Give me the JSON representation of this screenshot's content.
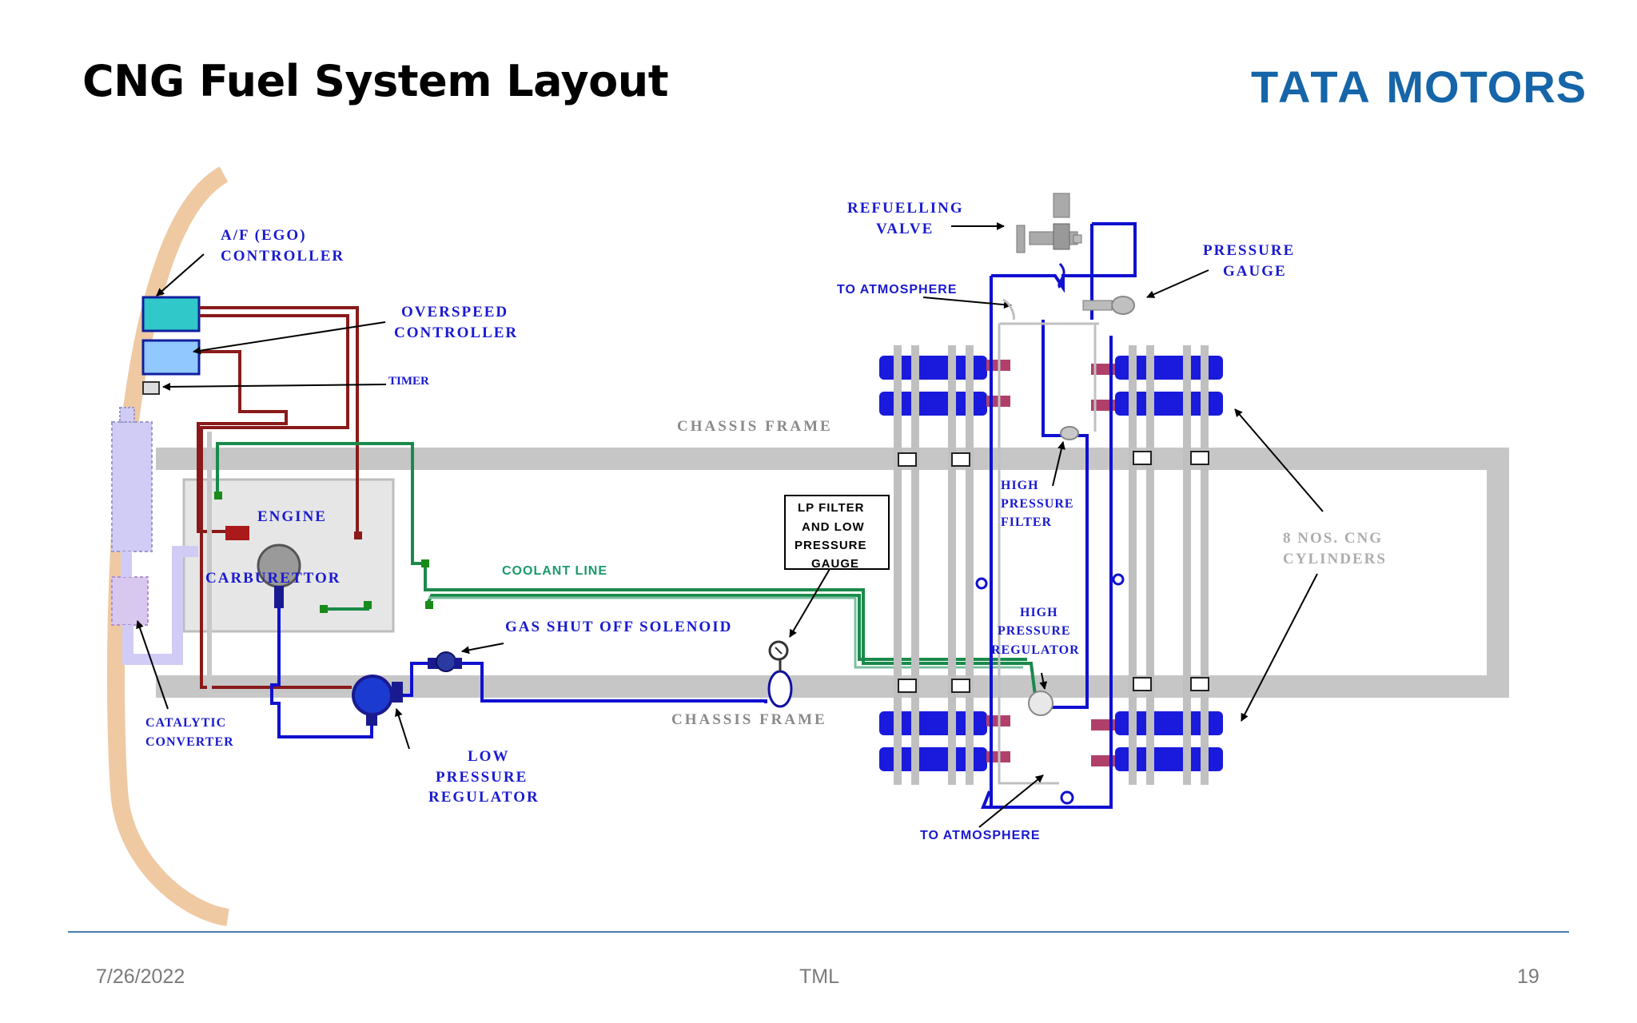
{
  "title": "CNG Fuel System Layout",
  "logo": {
    "text": "TATA MOTORS"
  },
  "footer": {
    "date": "7/26/2022",
    "center": "TML",
    "page": "19"
  },
  "labels": {
    "af_controller": [
      "A/F (EGO)",
      "CONTROLLER"
    ],
    "overspeed": [
      "OVERSPEED",
      "CONTROLLER"
    ],
    "timer": "TIMER",
    "engine": "ENGINE",
    "carburettor": "CARBURETTOR",
    "coolant_line": "COOLANT LINE",
    "gas_shutoff": "GAS SHUT OFF SOLENOID",
    "catalytic": [
      "CATALYTIC",
      "CONVERTER"
    ],
    "low_pressure_regulator": [
      "LOW",
      "PRESSURE",
      "REGULATOR"
    ],
    "lp_filter": [
      "LP FILTER",
      "AND LOW",
      "PRESSURE",
      "GAUGE"
    ],
    "chassis_frame_top": "CHASSIS FRAME",
    "chassis_frame_bottom": "CHASSIS FRAME",
    "refuelling_valve": [
      "REFUELLING",
      "VALVE"
    ],
    "to_atmosphere_top": "TO ATMOSPHERE",
    "to_atmosphere_bottom": "TO ATMOSPHERE",
    "pressure_gauge": [
      "PRESSURE",
      "GAUGE"
    ],
    "hp_filter": [
      "HIGH",
      "PRESSURE",
      "FILTER"
    ],
    "hp_regulator": [
      "HIGH",
      "PRESSURE",
      "REGULATOR"
    ],
    "cylinders": [
      "8 NOS. CNG",
      "CYLINDERS"
    ]
  }
}
